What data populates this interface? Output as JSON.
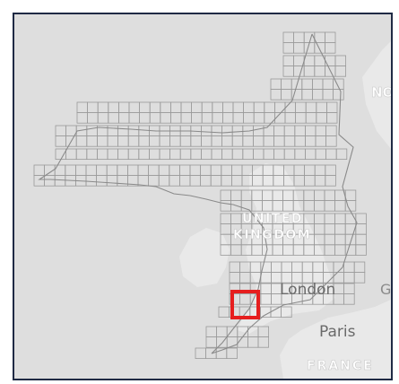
{
  "map": {
    "labels": {
      "united": "UNITED",
      "kingdom": "KINGDOM",
      "london": "London",
      "paris": "Paris",
      "france": "FRANCE",
      "no_partial": "NO",
      "g_partial": "G"
    },
    "colors": {
      "sea": "#dedede",
      "land": "#e9e9e9",
      "grid": "#9a9a9a",
      "track": "#8a8a8a",
      "highlight": "#e61e1e",
      "frame": "#1f2a44"
    }
  }
}
